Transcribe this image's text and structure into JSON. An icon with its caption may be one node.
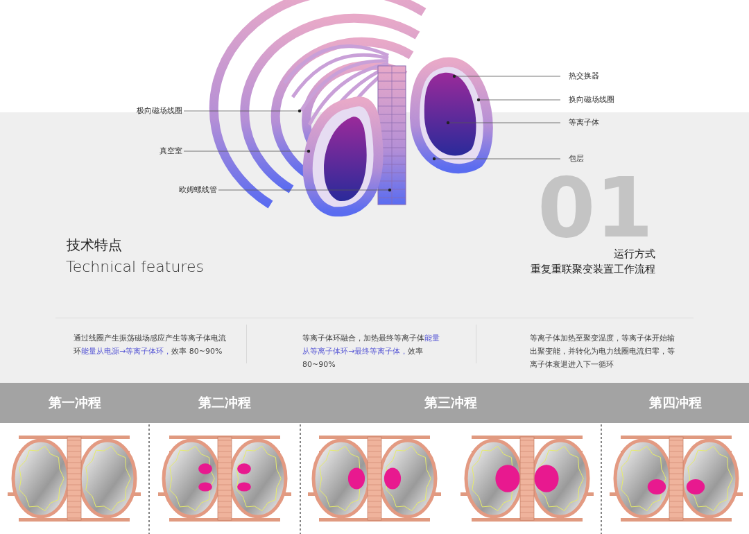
{
  "diagram": {
    "nodes": [
      {
        "text": [
          "极向磁场线圈"
        ]
      },
      {
        "text": [
          "真空室"
        ]
      },
      {
        "text": [
          "欧姆螺线管"
        ]
      },
      {
        "text": [
          "热交换器"
        ]
      },
      {
        "text": [
          "换向磁场线圈"
        ]
      },
      {
        "text": [
          "等离子体"
        ]
      },
      {
        "text": [
          "包层"
        ]
      },
      {
        "text": [
          "第一冲程"
        ]
      },
      {
        "text": [
          "第二冲程"
        ]
      },
      {
        "text": [
          "第三冲程"
        ]
      },
      {
        "text": [
          "第四冲程"
        ]
      }
    ],
    "edges": [
      {
        "from": 0,
        "to": null,
        "arrow": "other"
      },
      {
        "from": 1,
        "to": null,
        "arrow": "other"
      },
      {
        "from": 2,
        "to": null,
        "arrow": "other"
      },
      {
        "from": 3,
        "to": null,
        "arrow": "other"
      },
      {
        "from": 4,
        "to": null,
        "arrow": "other"
      },
      {
        "from": 5,
        "to": null,
        "arrow": "other"
      },
      {
        "from": 6,
        "to": null,
        "arrow": "other"
      }
    ],
    "labels": [
      "01",
      "技术特点",
      "Technical features",
      "运行方式",
      "重复重联聚变装置工作流程",
      "通过线圈产生振荡磁场感应产生等离子体电流环",
      "能量从电源→等离子体环，",
      "效率 80~90%",
      "等离子体环融合，加热最终等离子体",
      "能量从等离子体环→最终等离子体，",
      "效率 80~90%",
      "等离子体加热至聚变温度，等离子体开始输出聚变能，并转化为电力线圈电流归零，等离子体衰退进入下一循环"
    ]
  }
}
